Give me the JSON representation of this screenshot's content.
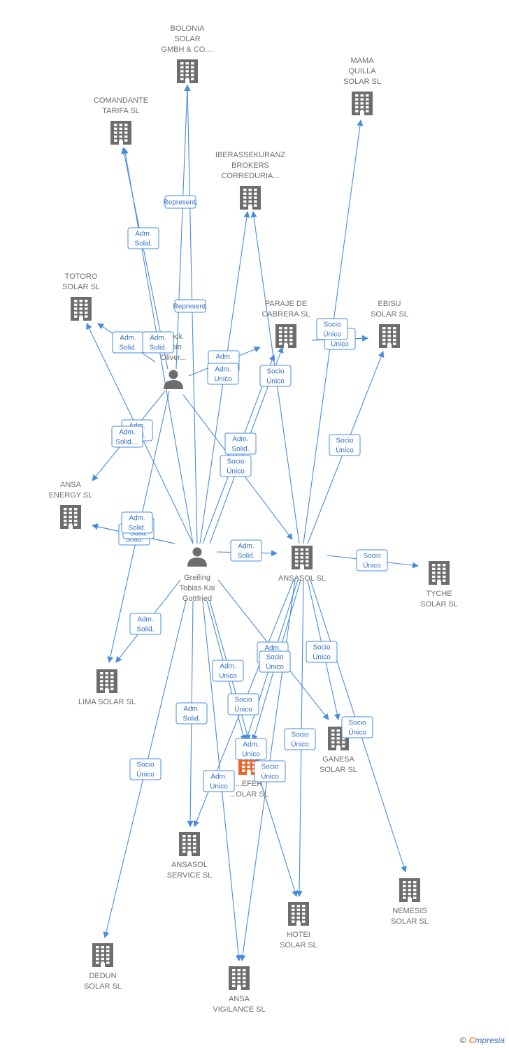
{
  "colors": {
    "edge": "#4a8cdc",
    "edge_text": "#2f6fc4",
    "building": "#6d6d6d",
    "highlight_building": "#e8662a",
    "person": "#6d6d6d",
    "label": "#6d6d6d"
  },
  "nodes": [
    {
      "id": "bolonia",
      "type": "company",
      "lines": [
        "BOLONIA",
        "SOLAR",
        "GMBH & CO...."
      ]
    },
    {
      "id": "mama",
      "type": "company",
      "lines": [
        "MAMA",
        "QUILLA",
        "SOLAR SL"
      ]
    },
    {
      "id": "comandante",
      "type": "company",
      "lines": [
        "COMANDANTE",
        "TARIFA SL"
      ]
    },
    {
      "id": "iberas",
      "type": "company",
      "lines": [
        "IBERASSEKURANZ",
        "BROKERS",
        "CORREDURIA..."
      ]
    },
    {
      "id": "totoro",
      "type": "company",
      "lines": [
        "TOTORO",
        "SOLAR SL"
      ]
    },
    {
      "id": "paraje",
      "type": "company",
      "lines": [
        "PARAJE DE",
        "CABRERA SL"
      ]
    },
    {
      "id": "ebisu",
      "type": "company",
      "lines": [
        "EBISU",
        "SOLAR SL"
      ]
    },
    {
      "id": "person1",
      "type": "person",
      "lines": [
        "...ock",
        "...bin",
        "Oliver..."
      ]
    },
    {
      "id": "ansaenergy",
      "type": "company",
      "lines": [
        "ANSA",
        "ENERGY SL"
      ]
    },
    {
      "id": "greiling",
      "type": "person",
      "lines": [
        "Greiling",
        "Tobias Kai",
        "Gottfried"
      ]
    },
    {
      "id": "ansasol",
      "type": "company",
      "lines": [
        "ANSASOL SL"
      ]
    },
    {
      "id": "tyche",
      "type": "company",
      "lines": [
        "TYCHE",
        "SOLAR SL"
      ]
    },
    {
      "id": "lima",
      "type": "company",
      "lines": [
        "LIMA SOLAR SL"
      ]
    },
    {
      "id": "ganesa",
      "type": "company",
      "lines": [
        "GANESA",
        "SOLAR SL"
      ]
    },
    {
      "id": "efer",
      "type": "company_highlight",
      "lines": [
        "...EFER",
        "...OLAR SL"
      ]
    },
    {
      "id": "ansaservice",
      "type": "company",
      "lines": [
        "ANSASOL",
        "SERVICE SL"
      ]
    },
    {
      "id": "nemesis",
      "type": "company",
      "lines": [
        "NEMESIS",
        "SOLAR SL"
      ]
    },
    {
      "id": "hotei",
      "type": "company",
      "lines": [
        "HOTEI",
        "SOLAR SL"
      ]
    },
    {
      "id": "dedun",
      "type": "company",
      "lines": [
        "DEDUN",
        "SOLAR SL"
      ]
    },
    {
      "id": "ansavig",
      "type": "company",
      "lines": [
        "ANSA",
        "VIGILANCE SL"
      ]
    }
  ],
  "edges": [
    {
      "from": "greiling",
      "to": "bolonia",
      "lines": [
        "Represent."
      ]
    },
    {
      "from": "person1",
      "to": "bolonia",
      "lines": [
        "Represent."
      ]
    },
    {
      "from": "person1",
      "to": "comandante",
      "lines": [
        "Adm.",
        "Solid."
      ]
    },
    {
      "from": "greiling",
      "to": "comandante",
      "lines": [
        "Adm.",
        "Solid."
      ]
    },
    {
      "from": "person1",
      "to": "totoro",
      "lines": [
        "Adm.",
        "Solid."
      ]
    },
    {
      "from": "greiling",
      "to": "totoro",
      "lines": [
        "Adm.",
        "Solid."
      ]
    },
    {
      "from": "person1",
      "to": "paraje",
      "lines": [
        "Adm.",
        "Solid."
      ]
    },
    {
      "from": "greiling",
      "to": "iberas",
      "lines": [
        "Adm.",
        "Unico"
      ]
    },
    {
      "from": "ansasol",
      "to": "iberas",
      "lines": [
        "Socio",
        "Único"
      ]
    },
    {
      "from": "ansasol",
      "to": "paraje",
      "lines": [
        "Socio",
        "Único"
      ]
    },
    {
      "from": "paraje",
      "to": "ebisu",
      "lines": [
        "Socio",
        "Único"
      ]
    },
    {
      "from": "paraje",
      "to": "ebisu",
      "lines": [
        "Adm.",
        "Unico"
      ]
    },
    {
      "from": "ansasol",
      "to": "mama",
      "lines": [
        "Socio",
        "Único"
      ]
    },
    {
      "from": "ansasol",
      "to": "ebisu",
      "lines": [
        "Socio",
        "Único"
      ]
    },
    {
      "from": "person1",
      "to": "ansaenergy",
      "lines": [
        "Adm.",
        "Solid...."
      ]
    },
    {
      "from": "greiling",
      "to": "ansaenergy",
      "lines": [
        "Adm.",
        "Solid."
      ]
    },
    {
      "from": "greiling",
      "to": "ansaenergy",
      "lines": [
        "Adm.",
        "Solid."
      ]
    },
    {
      "from": "person1",
      "to": "ansasol",
      "lines": [
        "Adm.",
        "Solid."
      ]
    },
    {
      "from": "greiling",
      "to": "paraje",
      "lines": [
        "Adm.",
        "Solid."
      ]
    },
    {
      "from": "greiling",
      "to": "ansasol",
      "lines": [
        "Adm.",
        "Solid."
      ]
    },
    {
      "from": "ansasol",
      "to": "tyche",
      "lines": [
        "Socio",
        "Único"
      ]
    },
    {
      "from": "person1",
      "to": "lima",
      "lines": [
        "Adm.",
        "Solid."
      ]
    },
    {
      "from": "greiling",
      "to": "lima",
      "lines": [
        "Adm.",
        "Solid."
      ]
    },
    {
      "from": "greiling",
      "to": "ganesa",
      "lines": [
        "Adm.",
        "Unico"
      ]
    },
    {
      "from": "ansasol",
      "to": "ganesa",
      "lines": [
        "Socio",
        "Único"
      ]
    },
    {
      "from": "ansasol",
      "to": "efer",
      "lines": [
        "Socio",
        "Único"
      ]
    },
    {
      "from": "greiling",
      "to": "efer",
      "lines": [
        "Adm.",
        "Unico"
      ]
    },
    {
      "from": "ansasol",
      "to": "efer",
      "lines": [
        "Socio",
        "Único"
      ]
    },
    {
      "from": "greiling",
      "to": "efer",
      "lines": [
        "Adm.",
        "Unico"
      ]
    },
    {
      "from": "ansasol",
      "to": "nemesis",
      "lines": [
        "Socio",
        "Único"
      ]
    },
    {
      "from": "ansasol",
      "to": "hotei",
      "lines": [
        "Socio",
        "Único"
      ]
    },
    {
      "from": "efer",
      "to": "hotei",
      "lines": [
        "Socio",
        "Único"
      ]
    },
    {
      "from": "greiling",
      "to": "ansaservice",
      "lines": [
        "Adm.",
        "Solid."
      ]
    },
    {
      "from": "ansasol",
      "to": "ansaservice",
      "lines": [
        "Adm.",
        "Unico"
      ]
    },
    {
      "from": "greiling",
      "to": "ansavig",
      "lines": [
        "Adm.",
        "Unico"
      ]
    },
    {
      "from": "ansasol",
      "to": "ansavig",
      "lines": [
        "Socio",
        "Único"
      ]
    },
    {
      "from": "greiling",
      "to": "dedun",
      "lines": [
        "Socio",
        "Único"
      ]
    }
  ],
  "watermark": {
    "copyright": "©",
    "brand_initial": "C",
    "brand_rest": "mpresia"
  }
}
